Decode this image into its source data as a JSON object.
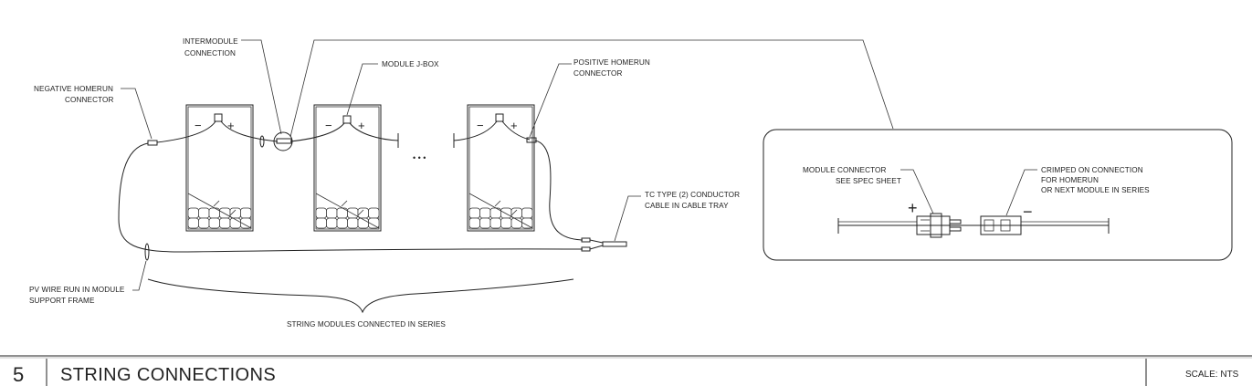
{
  "labels": {
    "intermodule": [
      "INTERMODULE",
      "CONNECTION"
    ],
    "jbox": "MODULE J-BOX",
    "neg_homerun": [
      "NEGATIVE HOMERUN",
      "CONNECTOR"
    ],
    "pos_homerun": [
      "POSITIVE HOMERUN",
      "CONNECTOR"
    ],
    "tc_cable": [
      "TC TYPE (2) CONDUCTOR",
      "CABLE IN CABLE TRAY"
    ],
    "pv_wire": [
      "PV WIRE RUN IN MODULE",
      "SUPPORT FRAME"
    ],
    "string_series": "STRING MODULES CONNECTED IN SERIES",
    "module_connector": [
      "MODULE CONNECTOR",
      "SEE SPEC SHEET"
    ],
    "crimped": [
      "CRIMPED ON CONNECTION",
      "FOR HOMERUN",
      "OR NEXT MODULE IN SERIES"
    ],
    "minus": "−",
    "plus": "+",
    "ellipsis": "•  •  •"
  },
  "title_block": {
    "number": "5",
    "title": "STRING CONNECTIONS",
    "scale": "SCALE: NTS"
  }
}
